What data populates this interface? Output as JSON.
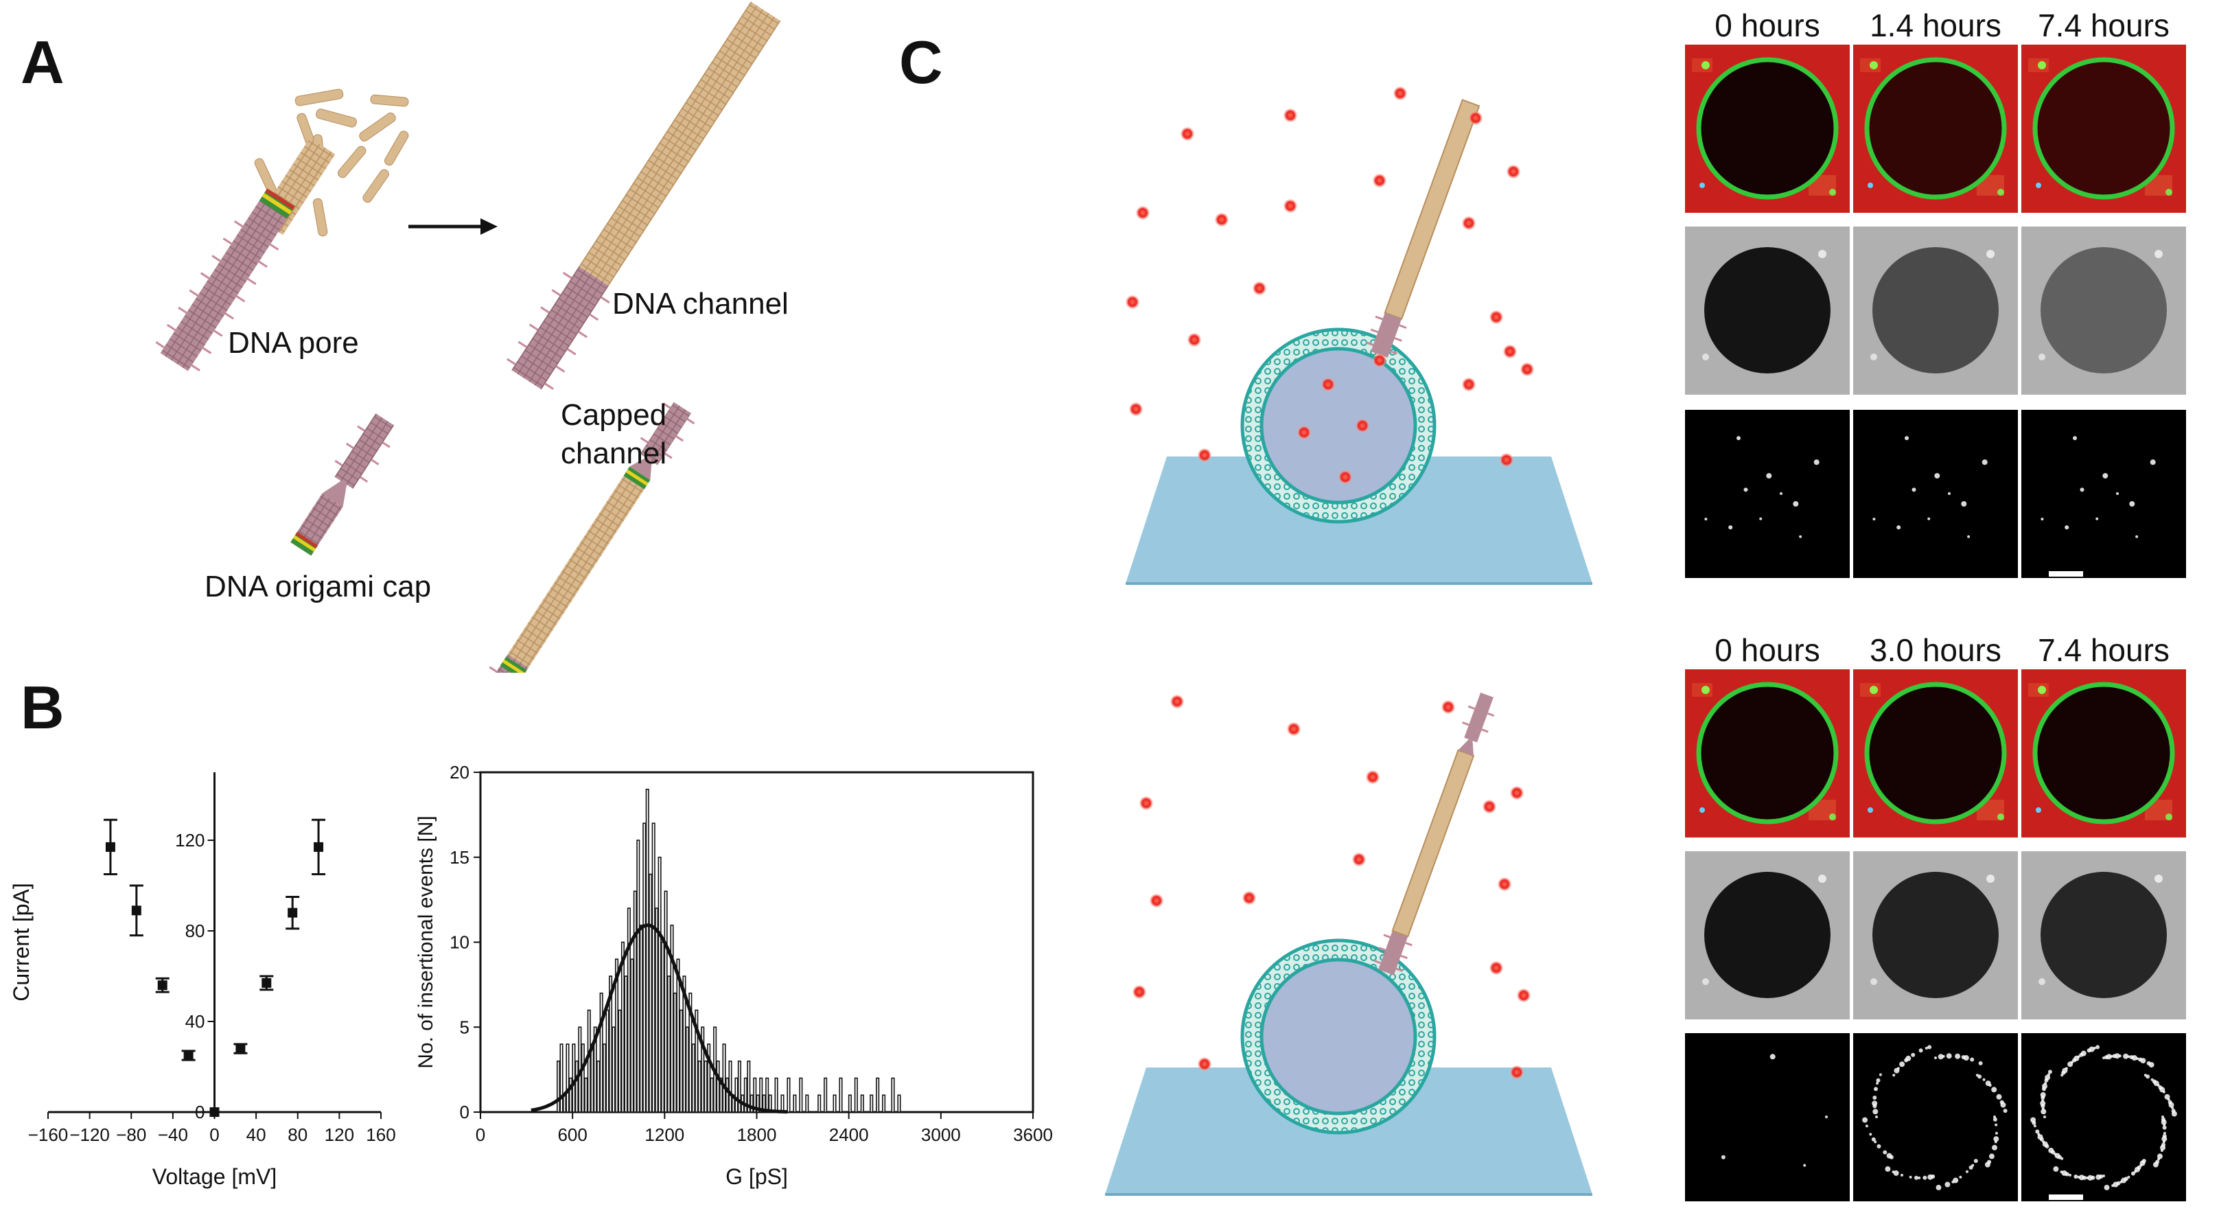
{
  "panel_labels": {
    "a": "A",
    "b": "B",
    "c": "C"
  },
  "panel_a": {
    "dna_pore": "DNA pore",
    "dna_channel": "DNA channel",
    "dna_origami_cap": "DNA origami cap",
    "capped_channel_line1": "Capped",
    "capped_channel_line2": "channel"
  },
  "panel_c": {
    "top_times": [
      "0 hours",
      "1.4 hours",
      "7.4 hours"
    ],
    "bottom_times": [
      "0 hours",
      "3.0 hours",
      "7.4 hours"
    ]
  },
  "colors": {
    "dna": "#d9b98e",
    "pore": "#b58b97",
    "membrane": "#2aa6a0",
    "red_dot": "#e8231f",
    "substrate": "#8fc3dc",
    "green_ring": "#35c83a",
    "red_bg": "#c8201c"
  },
  "chart_data": [
    {
      "type": "scatter",
      "title": "",
      "xlabel": "Voltage [mV]",
      "ylabel": "Current [pA]",
      "xlim": [
        -160,
        160
      ],
      "ylim": [
        0,
        150
      ],
      "x_ticks": [
        "−160",
        "−120",
        "−80",
        "−40",
        "0",
        "40",
        "80",
        "120",
        "160"
      ],
      "y_ticks": [
        "0",
        "40",
        "80",
        "120"
      ],
      "points": [
        {
          "x": -100,
          "y": 117,
          "err": 12
        },
        {
          "x": -75,
          "y": 89,
          "err": 11
        },
        {
          "x": -50,
          "y": 56,
          "err": 3
        },
        {
          "x": -25,
          "y": 25,
          "err": 2
        },
        {
          "x": 0,
          "y": 0,
          "err": 0
        },
        {
          "x": 25,
          "y": 28,
          "err": 2
        },
        {
          "x": 50,
          "y": 57,
          "err": 3
        },
        {
          "x": 75,
          "y": 88,
          "err": 7
        },
        {
          "x": 100,
          "y": 117,
          "err": 12
        }
      ]
    },
    {
      "type": "bar",
      "title": "",
      "xlabel": "G [pS]",
      "ylabel": "No. of insertional events [N]",
      "xlim": [
        0,
        3600
      ],
      "ylim": [
        0,
        20
      ],
      "x_ticks": [
        "0",
        "600",
        "1200",
        "1800",
        "2400",
        "3000",
        "3600"
      ],
      "y_ticks": [
        "0",
        "5",
        "10",
        "15",
        "20"
      ],
      "bin_width": 20,
      "bins": [
        {
          "x": 500,
          "y": 3
        },
        {
          "x": 520,
          "y": 4
        },
        {
          "x": 540,
          "y": 1
        },
        {
          "x": 560,
          "y": 4
        },
        {
          "x": 580,
          "y": 2
        },
        {
          "x": 600,
          "y": 4
        },
        {
          "x": 620,
          "y": 3
        },
        {
          "x": 640,
          "y": 5
        },
        {
          "x": 660,
          "y": 4
        },
        {
          "x": 680,
          "y": 2
        },
        {
          "x": 700,
          "y": 6
        },
        {
          "x": 720,
          "y": 4
        },
        {
          "x": 740,
          "y": 5
        },
        {
          "x": 760,
          "y": 3
        },
        {
          "x": 780,
          "y": 7
        },
        {
          "x": 800,
          "y": 4
        },
        {
          "x": 820,
          "y": 6
        },
        {
          "x": 840,
          "y": 8
        },
        {
          "x": 860,
          "y": 5
        },
        {
          "x": 880,
          "y": 9
        },
        {
          "x": 900,
          "y": 6
        },
        {
          "x": 920,
          "y": 10
        },
        {
          "x": 940,
          "y": 8
        },
        {
          "x": 960,
          "y": 12
        },
        {
          "x": 980,
          "y": 9
        },
        {
          "x": 1000,
          "y": 13
        },
        {
          "x": 1020,
          "y": 16
        },
        {
          "x": 1040,
          "y": 11
        },
        {
          "x": 1060,
          "y": 17
        },
        {
          "x": 1080,
          "y": 19
        },
        {
          "x": 1100,
          "y": 14
        },
        {
          "x": 1120,
          "y": 17
        },
        {
          "x": 1140,
          "y": 12
        },
        {
          "x": 1160,
          "y": 15
        },
        {
          "x": 1180,
          "y": 10
        },
        {
          "x": 1200,
          "y": 13
        },
        {
          "x": 1220,
          "y": 8
        },
        {
          "x": 1240,
          "y": 11
        },
        {
          "x": 1260,
          "y": 7
        },
        {
          "x": 1280,
          "y": 9
        },
        {
          "x": 1300,
          "y": 6
        },
        {
          "x": 1320,
          "y": 8
        },
        {
          "x": 1340,
          "y": 5
        },
        {
          "x": 1360,
          "y": 7
        },
        {
          "x": 1380,
          "y": 4
        },
        {
          "x": 1400,
          "y": 6
        },
        {
          "x": 1420,
          "y": 3
        },
        {
          "x": 1440,
          "y": 5
        },
        {
          "x": 1460,
          "y": 3
        },
        {
          "x": 1480,
          "y": 4
        },
        {
          "x": 1500,
          "y": 2
        },
        {
          "x": 1520,
          "y": 5
        },
        {
          "x": 1540,
          "y": 3
        },
        {
          "x": 1560,
          "y": 2
        },
        {
          "x": 1580,
          "y": 4
        },
        {
          "x": 1600,
          "y": 2
        },
        {
          "x": 1620,
          "y": 3
        },
        {
          "x": 1640,
          "y": 1
        },
        {
          "x": 1660,
          "y": 2
        },
        {
          "x": 1680,
          "y": 3
        },
        {
          "x": 1700,
          "y": 1
        },
        {
          "x": 1720,
          "y": 2
        },
        {
          "x": 1740,
          "y": 3
        },
        {
          "x": 1760,
          "y": 1
        },
        {
          "x": 1780,
          "y": 2
        },
        {
          "x": 1800,
          "y": 1
        },
        {
          "x": 1820,
          "y": 2
        },
        {
          "x": 1840,
          "y": 1
        },
        {
          "x": 1860,
          "y": 2
        },
        {
          "x": 1880,
          "y": 1
        },
        {
          "x": 1920,
          "y": 2
        },
        {
          "x": 1960,
          "y": 1
        },
        {
          "x": 2000,
          "y": 2
        },
        {
          "x": 2040,
          "y": 1
        },
        {
          "x": 2080,
          "y": 2
        },
        {
          "x": 2120,
          "y": 1
        },
        {
          "x": 2200,
          "y": 1
        },
        {
          "x": 2240,
          "y": 2
        },
        {
          "x": 2300,
          "y": 1
        },
        {
          "x": 2340,
          "y": 2
        },
        {
          "x": 2400,
          "y": 1
        },
        {
          "x": 2440,
          "y": 2
        },
        {
          "x": 2480,
          "y": 1
        },
        {
          "x": 2540,
          "y": 1
        },
        {
          "x": 2580,
          "y": 2
        },
        {
          "x": 2620,
          "y": 1
        },
        {
          "x": 2680,
          "y": 2
        },
        {
          "x": 2720,
          "y": 1
        }
      ],
      "gaussian_fit": {
        "mean": 1090,
        "sigma": 250,
        "amplitude": 11
      }
    }
  ]
}
